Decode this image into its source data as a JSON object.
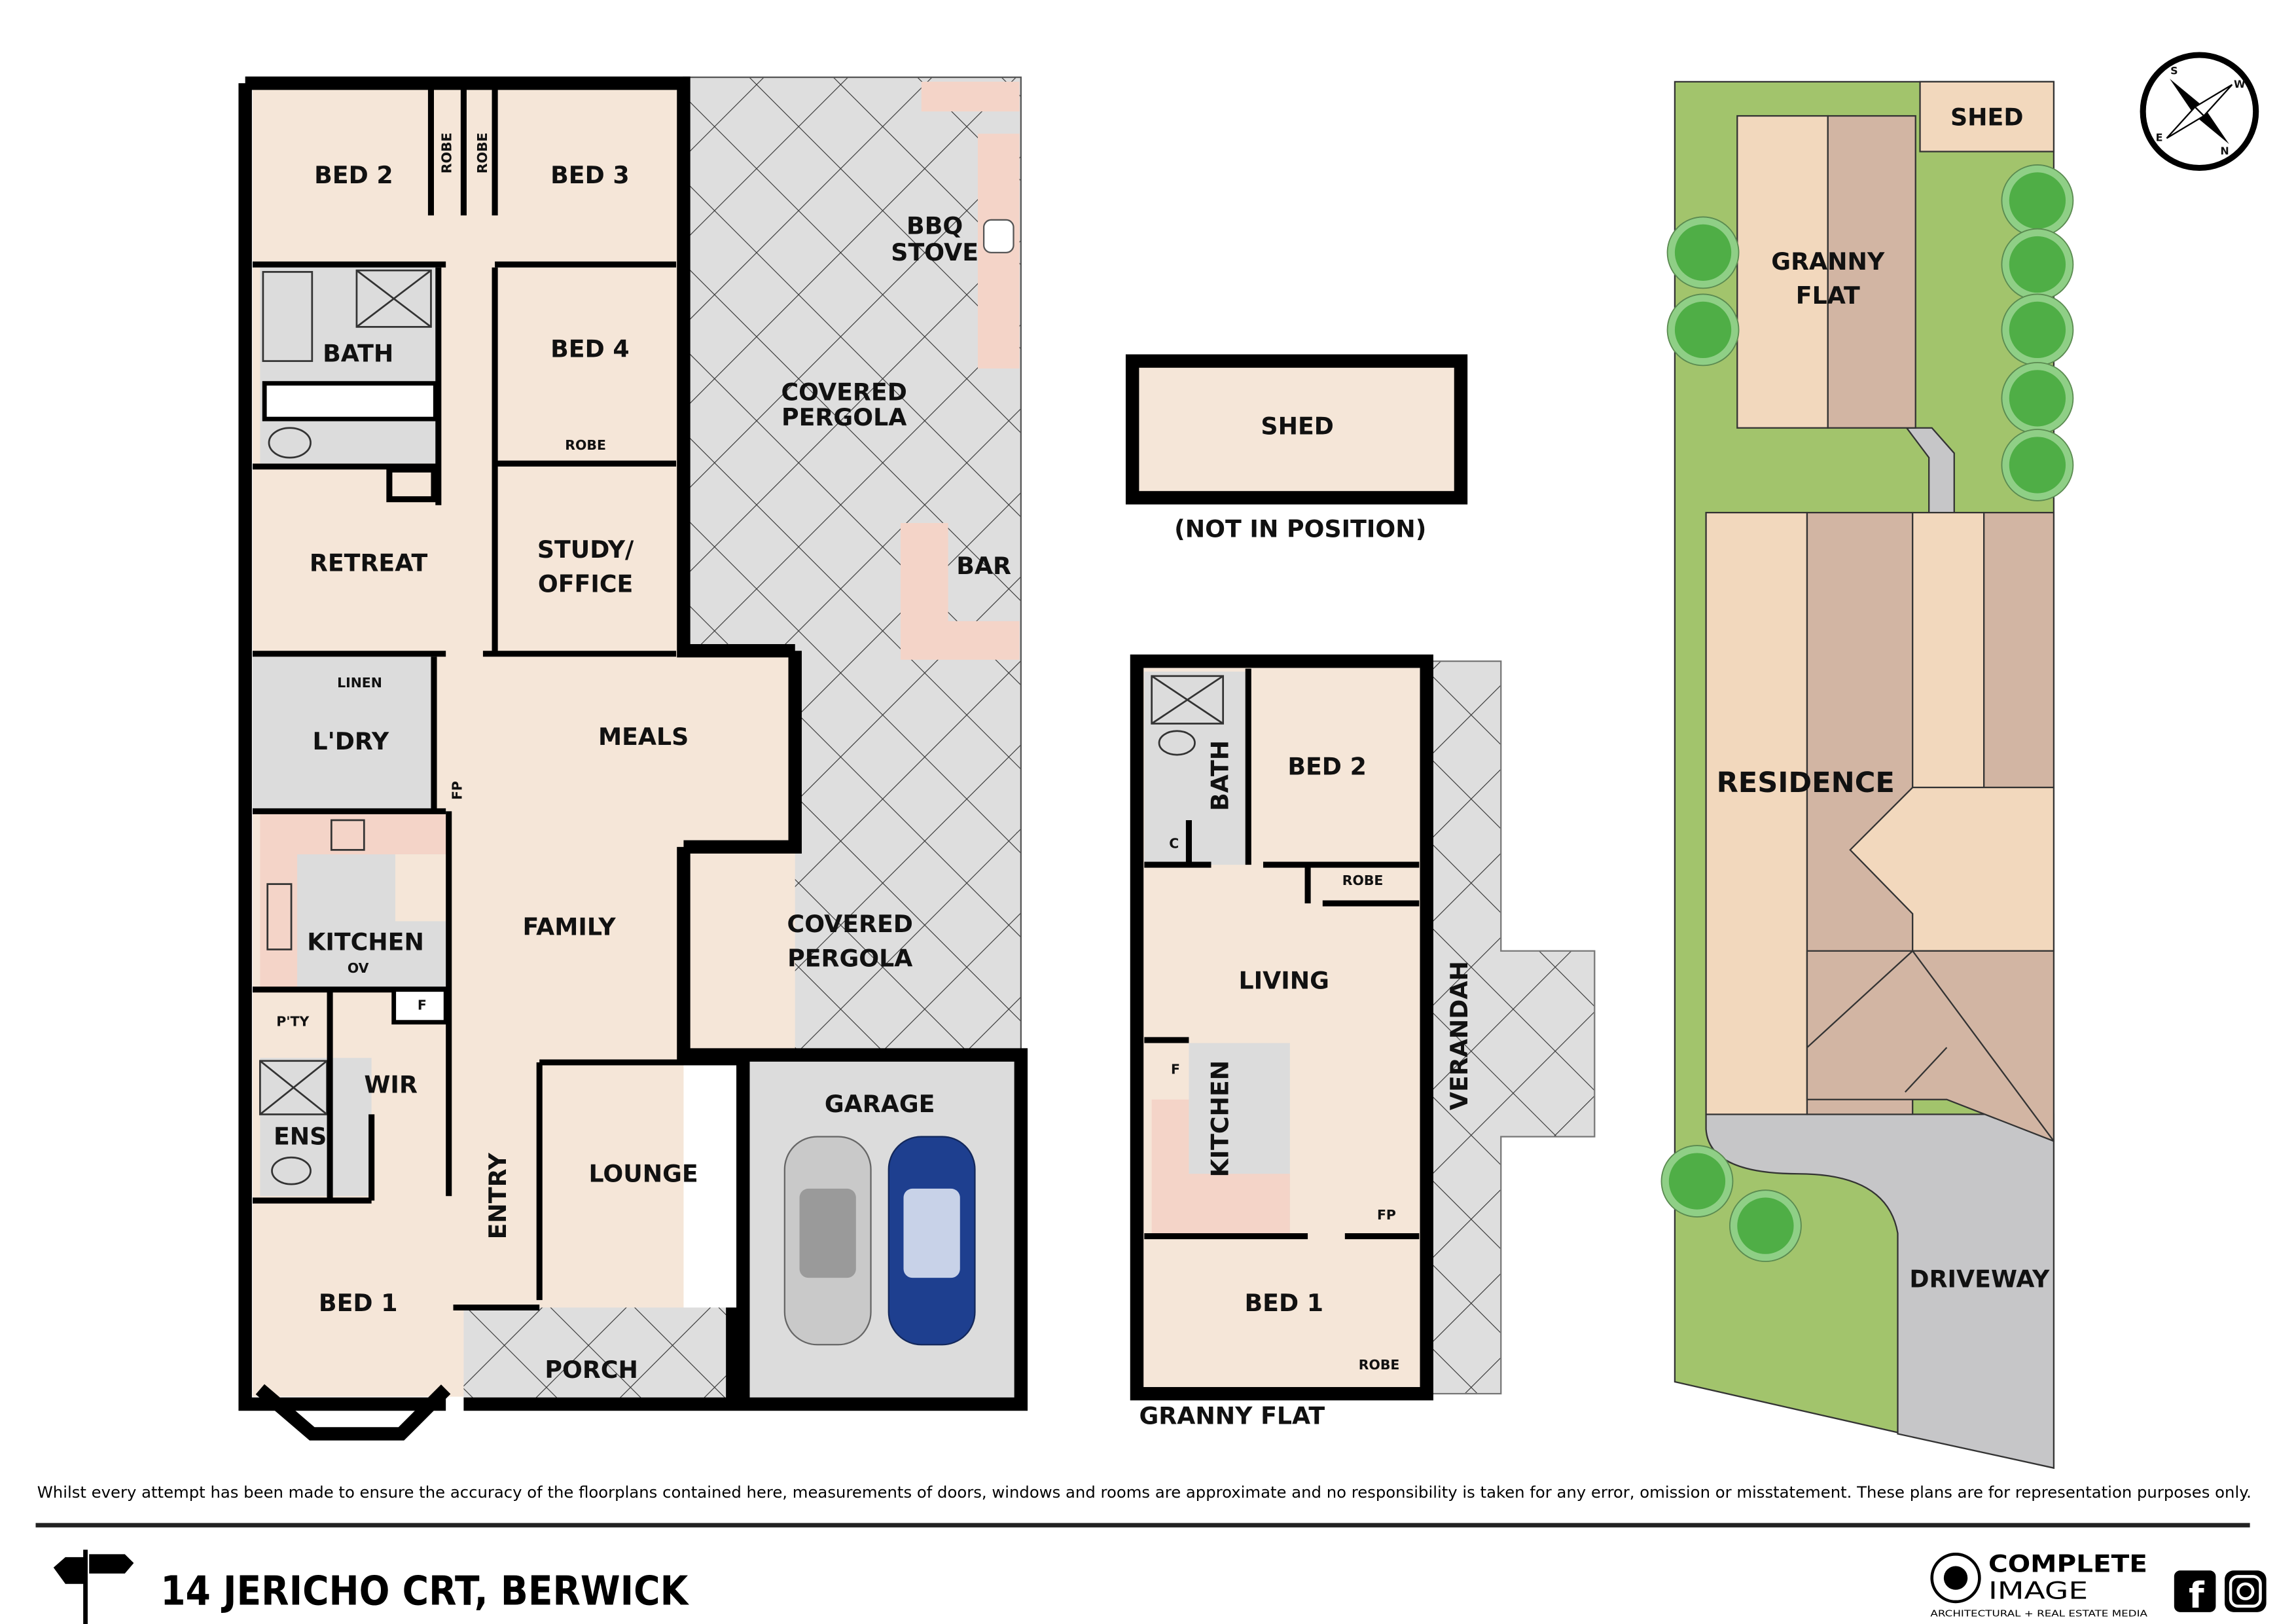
{
  "main_house": {
    "rooms": {
      "bed2": "BED 2",
      "robe_a": "ROBE",
      "robe_b": "ROBE",
      "bed3": "BED 3",
      "bath": "BATH",
      "bed4": "BED 4",
      "robe_bed4": "ROBE",
      "retreat": "RETREAT",
      "study_1": "STUDY/",
      "study_2": "OFFICE",
      "linen": "LINEN",
      "laundry": "L'DRY",
      "fp": "FP",
      "meals": "MEALS",
      "kitchen": "KITCHEN",
      "ov": "OV",
      "pantry": "P'TY",
      "fridge": "F",
      "family": "FAMILY",
      "wir": "WIR",
      "ens": "ENS",
      "entry": "ENTRY",
      "lounge": "LOUNGE",
      "bed1": "BED 1",
      "porch": "PORCH",
      "garage": "GARAGE",
      "pergola_top_1": "COVERED",
      "pergola_top_2": "PERGOLA",
      "bbq_1": "BBQ",
      "bbq_2": "STOVE",
      "bar": "BAR",
      "pergola_bottom_1": "COVERED",
      "pergola_bottom_2": "PERGOLA"
    }
  },
  "shed": {
    "label": "SHED",
    "note": "(NOT IN POSITION)"
  },
  "granny_flat": {
    "title": "GRANNY FLAT",
    "rooms": {
      "bath": "BATH",
      "c": "C",
      "bed2": "BED 2",
      "robe_bed2": "ROBE",
      "living": "LIVING",
      "verandah": "VERANDAH",
      "fridge": "F",
      "kitchen": "KITCHEN",
      "fp": "FP",
      "bed1": "BED 1",
      "robe_bed1": "ROBE"
    }
  },
  "site_plan": {
    "shed": "SHED",
    "granny_flat_1": "GRANNY",
    "granny_flat_2": "FLAT",
    "residence": "RESIDENCE",
    "driveway": "DRIVEWAY",
    "colors": {
      "lawn": "#a2c46c",
      "roof_light": "#f2d8bd",
      "roof_dark": "#d2b5a3",
      "paving": "#c6c6c8",
      "tree": "#4fae46"
    }
  },
  "compass": {
    "letters": [
      "S",
      "W",
      "E",
      "N"
    ]
  },
  "footer": {
    "disclaimer": "Whilst every attempt has been made to ensure the accuracy of the floorplans contained here, measurements of doors, windows and rooms are approximate and no responsibility is taken for any error, omission or misstatement. These plans are for representation purposes only.",
    "address": "14 JERICHO CRT, BERWICK",
    "brand_line1": "COMPLETE",
    "brand_line2": "IMAGE",
    "brand_tagline": "ARCHITECTURAL + REAL ESTATE MEDIA",
    "social_icons": [
      "facebook-icon",
      "instagram-icon"
    ]
  }
}
